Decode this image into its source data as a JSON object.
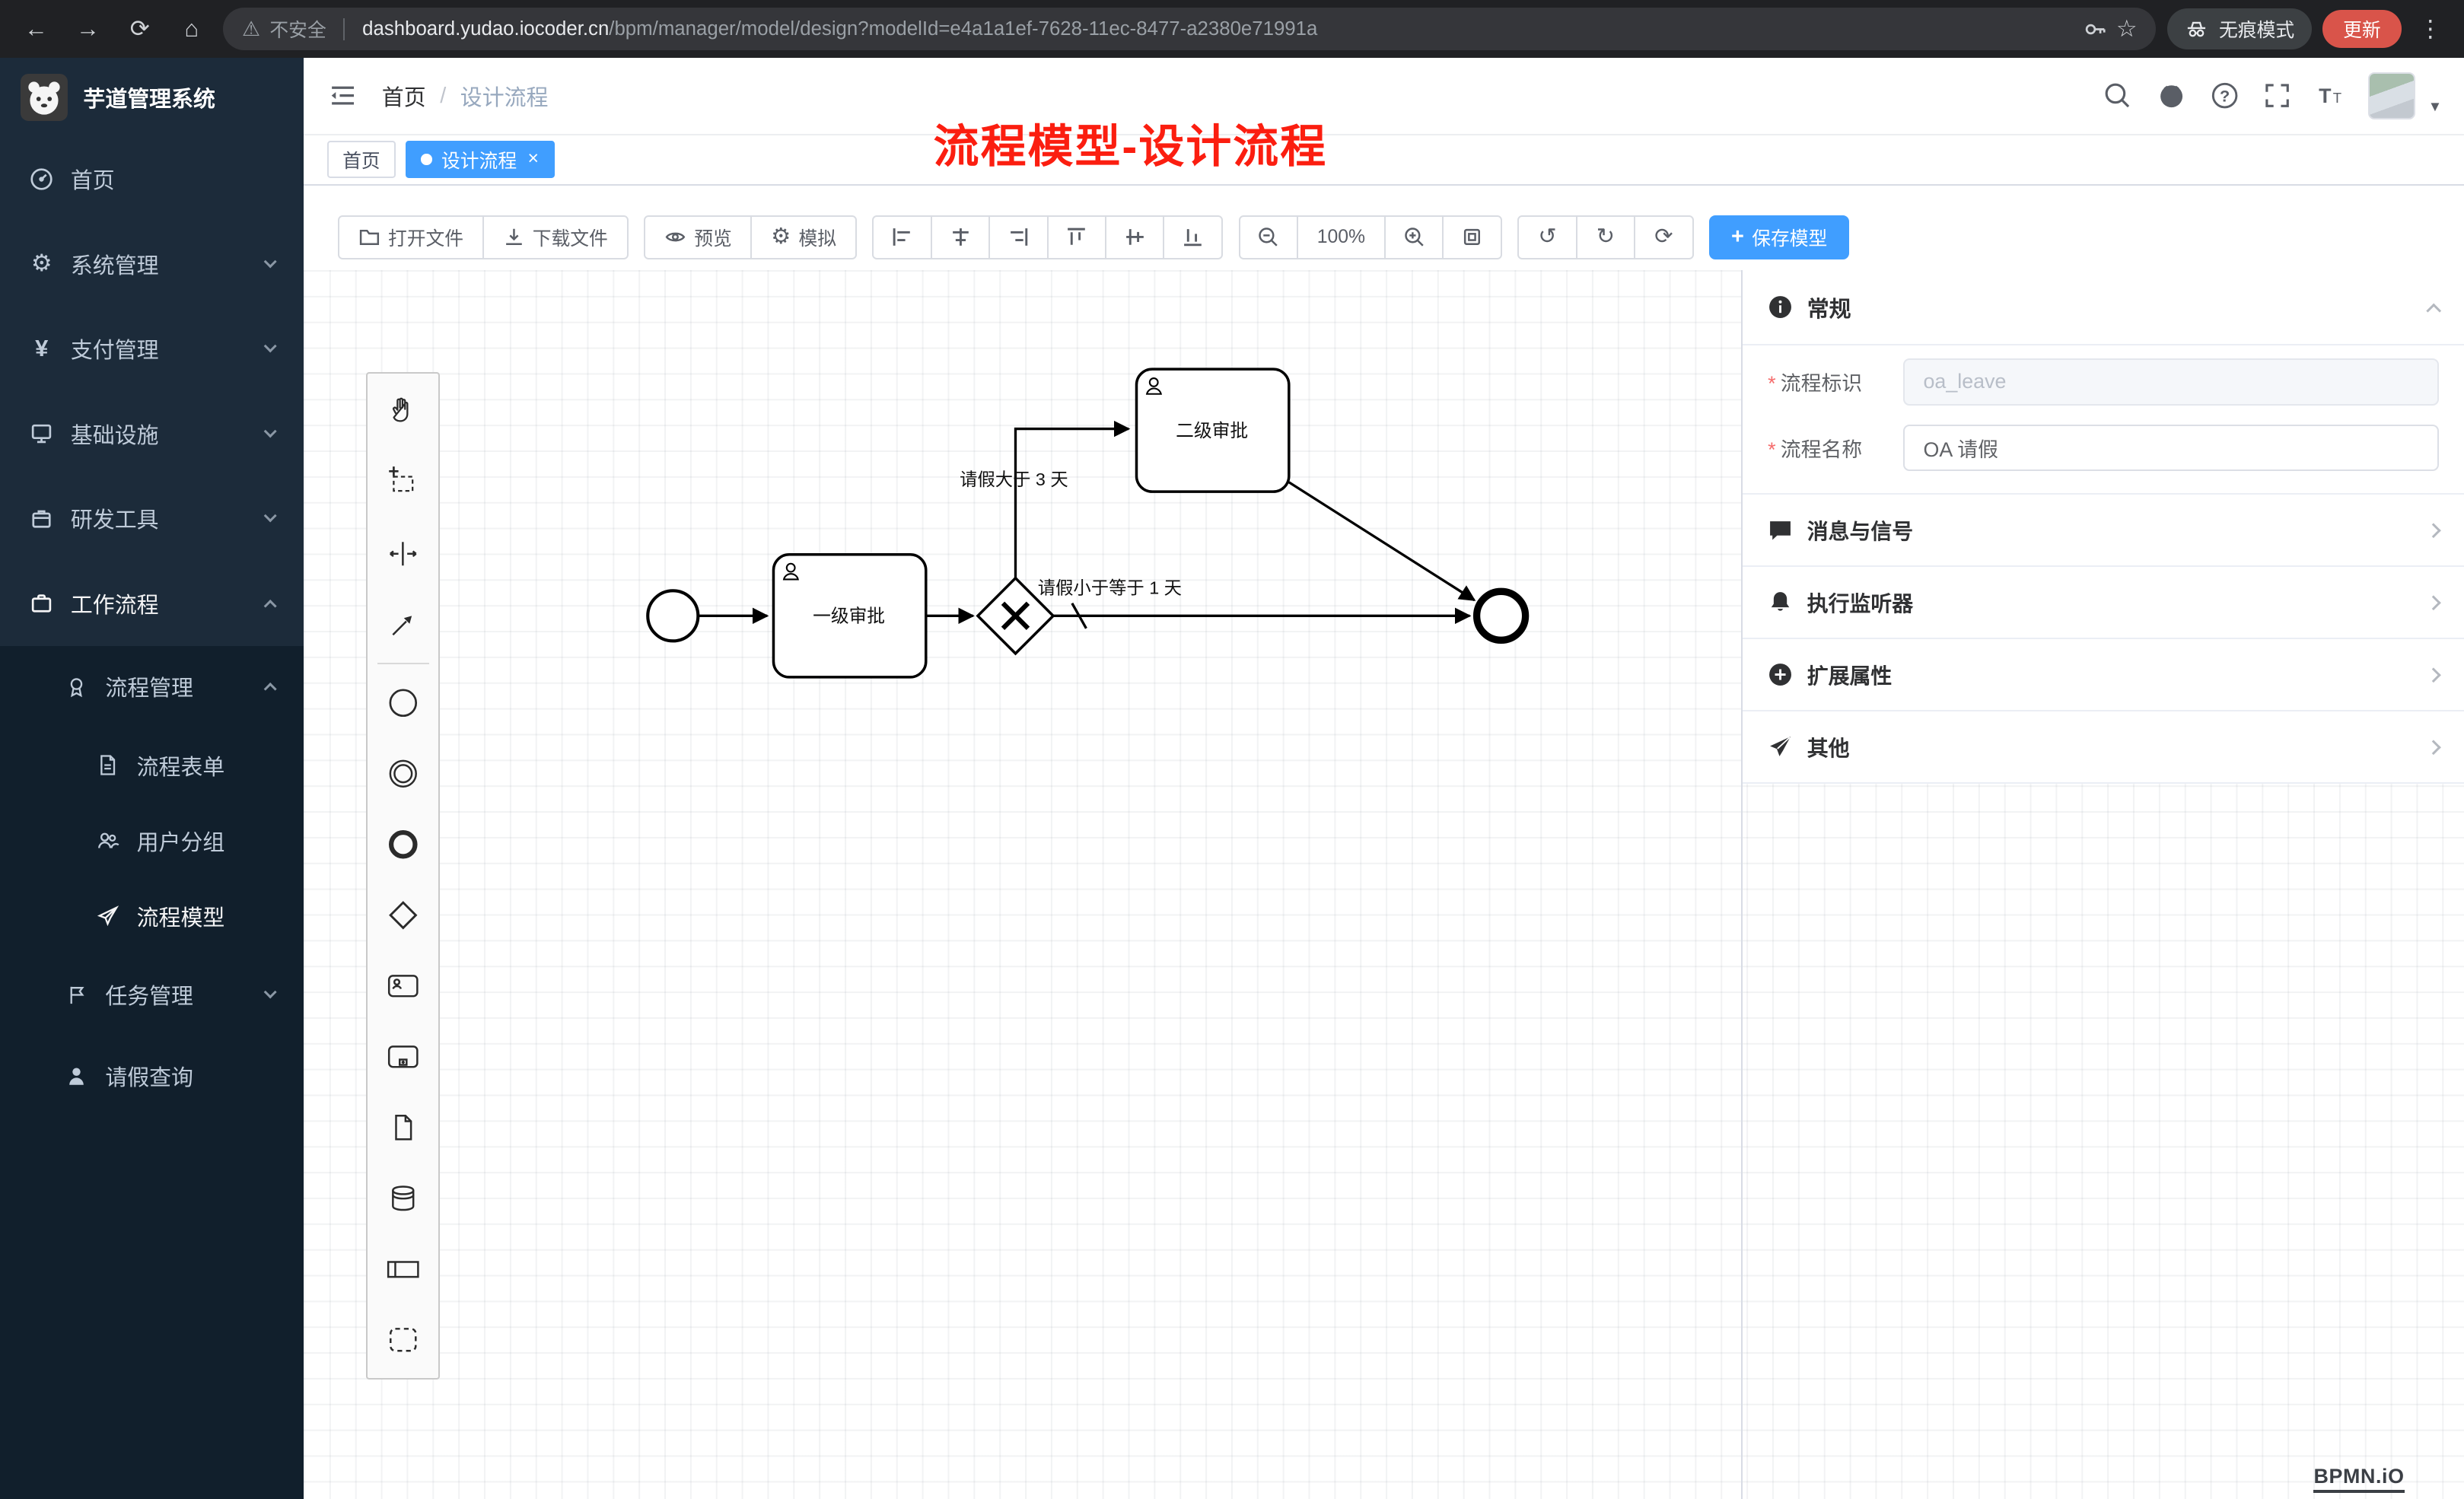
{
  "browser": {
    "security_label": "不安全",
    "url_host": "dashboard.yudao.iocoder.cn",
    "url_path": "/bpm/manager/model/design?modelId=e4a1a1ef-7628-11ec-8477-a2380e71991a",
    "incognito_label": "无痕模式",
    "update_label": "更新"
  },
  "icons": {
    "back": "←",
    "forward": "→",
    "reload": "⟳",
    "home": "⌂",
    "warning": "⚠",
    "star": "☆",
    "menu_dots": "⋮",
    "caret_down": "▼",
    "close": "×",
    "undo": "↺",
    "redo": "↻",
    "refresh": "⟳",
    "gear": "⚙",
    "yen": "¥",
    "plus": "+"
  },
  "sidebar": {
    "title": "芋道管理系统",
    "items": [
      {
        "label": "首页"
      },
      {
        "label": "系统管理"
      },
      {
        "label": "支付管理"
      },
      {
        "label": "基础设施"
      },
      {
        "label": "研发工具"
      },
      {
        "label": "工作流程"
      }
    ],
    "submenu": {
      "process_group": {
        "label": "流程管理"
      },
      "process_children": [
        {
          "label": "流程表单"
        },
        {
          "label": "用户分组"
        },
        {
          "label": "流程模型"
        }
      ],
      "task_group": {
        "label": "任务管理"
      },
      "leave_item": {
        "label": "请假查询"
      }
    }
  },
  "header": {
    "breadcrumb_home": "首页",
    "breadcrumb_sep": "/",
    "breadcrumb_current": "设计流程"
  },
  "annotation": "流程模型-设计流程",
  "tabs": {
    "home": "首页",
    "active": "设计流程"
  },
  "toolbar": {
    "open_file": "打开文件",
    "download_file": "下载文件",
    "preview": "预览",
    "simulate": "模拟",
    "zoom_level": "100%",
    "save_label": "保存模型"
  },
  "panel": {
    "general_title": "常规",
    "required_mark": "*",
    "field_key_label": "流程标识",
    "field_key_value": "oa_leave",
    "field_name_label": "流程名称",
    "field_name_value": "OA 请假",
    "sections": [
      {
        "label": "消息与信号"
      },
      {
        "label": "执行监听器"
      },
      {
        "label": "扩展属性"
      },
      {
        "label": "其他"
      }
    ]
  },
  "diagram": {
    "task1": "一级审批",
    "task2": "二级审批",
    "flow_gt": "请假大于 3 天",
    "flow_le": "请假小于等于 1 天"
  },
  "watermark": "BPMN.iO",
  "colors": {
    "primary": "#409eff",
    "annotation_red": "#fb1e10",
    "sidebar_bg": "#1c2b3a",
    "submenu_bg": "#111f2c"
  }
}
